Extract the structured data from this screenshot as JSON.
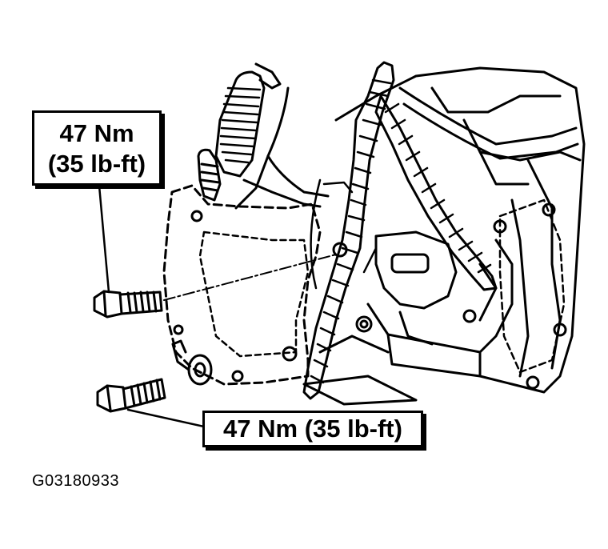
{
  "callouts": {
    "top": {
      "line1": "47 Nm",
      "line2": "(35 lb-ft)"
    },
    "bottom": {
      "text": "47 Nm (35 lb-ft)"
    }
  },
  "figure_id": "G03180933",
  "colors": {
    "ink": "#000000",
    "paper": "#ffffff"
  }
}
